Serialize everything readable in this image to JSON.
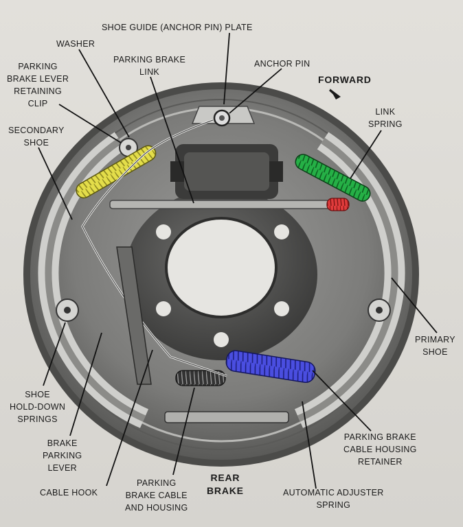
{
  "diagram": {
    "labels": {
      "shoe_guide": "SHOE GUIDE (ANCHOR PIN) PLATE",
      "washer": "WASHER",
      "parking_brake_link": "PARKING BRAKE\nLINK",
      "anchor_pin": "ANCHOR PIN",
      "forward": "FORWARD",
      "parking_brake_lever_retaining_clip": "PARKING\nBRAKE LEVER\nRETAINING\nCLIP",
      "link_spring": "LINK\nSPRING",
      "secondary_shoe": "SECONDARY\nSHOE",
      "primary_shoe": "PRIMARY\nSHOE",
      "shoe_hold_down_springs": "SHOE\nHOLD-DOWN\nSPRINGS",
      "brake_parking_lever": "BRAKE\nPARKING\nLEVER",
      "cable_hook": "CABLE HOOK",
      "parking_brake_cable_and_housing": "PARKING\nBRAKE CABLE\nAND HOUSING",
      "rear_brake": "REAR\nBRAKE",
      "automatic_adjuster_spring": "AUTOMATIC ADJUSTER\nSPRING",
      "parking_brake_cable_housing_retainer": "PARKING BRAKE\nCABLE HOUSING\nRETAINER"
    },
    "spring_colors": {
      "secondary_return_spring": "#e3dd4a",
      "primary_return_spring": "#25b046",
      "adjuster_spring": "#4a4ee0",
      "lower_spring": "#e03b3b"
    }
  }
}
